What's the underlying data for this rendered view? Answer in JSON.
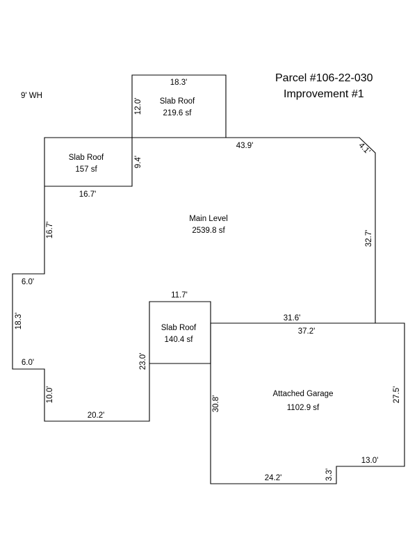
{
  "header": {
    "parcel": "Parcel #106-22-030",
    "improvement": "Improvement #1"
  },
  "note": "9' WH",
  "areas": {
    "slab_roof_top": {
      "name": "Slab Roof",
      "area": "219.6 sf"
    },
    "slab_roof_left": {
      "name": "Slab Roof",
      "area": "157 sf"
    },
    "main_level": {
      "name": "Main Level",
      "area": "2539.8 sf"
    },
    "slab_roof_center": {
      "name": "Slab Roof",
      "area": "140.4 sf"
    },
    "attached_garage": {
      "name": "Attached Garage",
      "area": "1102.9 sf"
    }
  },
  "dimensions": {
    "top_width": "18.3'",
    "top_height": "12.0'",
    "main_top": "43.9'",
    "corner_diag": "4.1'",
    "left_roof_height": "9.4'",
    "left_roof_width": "16.7'",
    "left_upper": "16.7'",
    "right_main": "32.7'",
    "step_upper": "6.0'",
    "far_left": "18.3'",
    "step_lower": "6.0'",
    "lower_left": "10.0'",
    "bottom_left": "20.2'",
    "center_roof_width": "11.7'",
    "center_roof_height": "23.0'",
    "main_bottom_right": "31.6'",
    "garage_top": "37.2'",
    "garage_left": "30.8'",
    "garage_right": "27.5'",
    "garage_step_top": "13.0'",
    "garage_step": "3.3'",
    "garage_bottom": "24.2'"
  },
  "colors": {
    "line": "#000000",
    "highlight_dim": "#1a5e8a"
  }
}
